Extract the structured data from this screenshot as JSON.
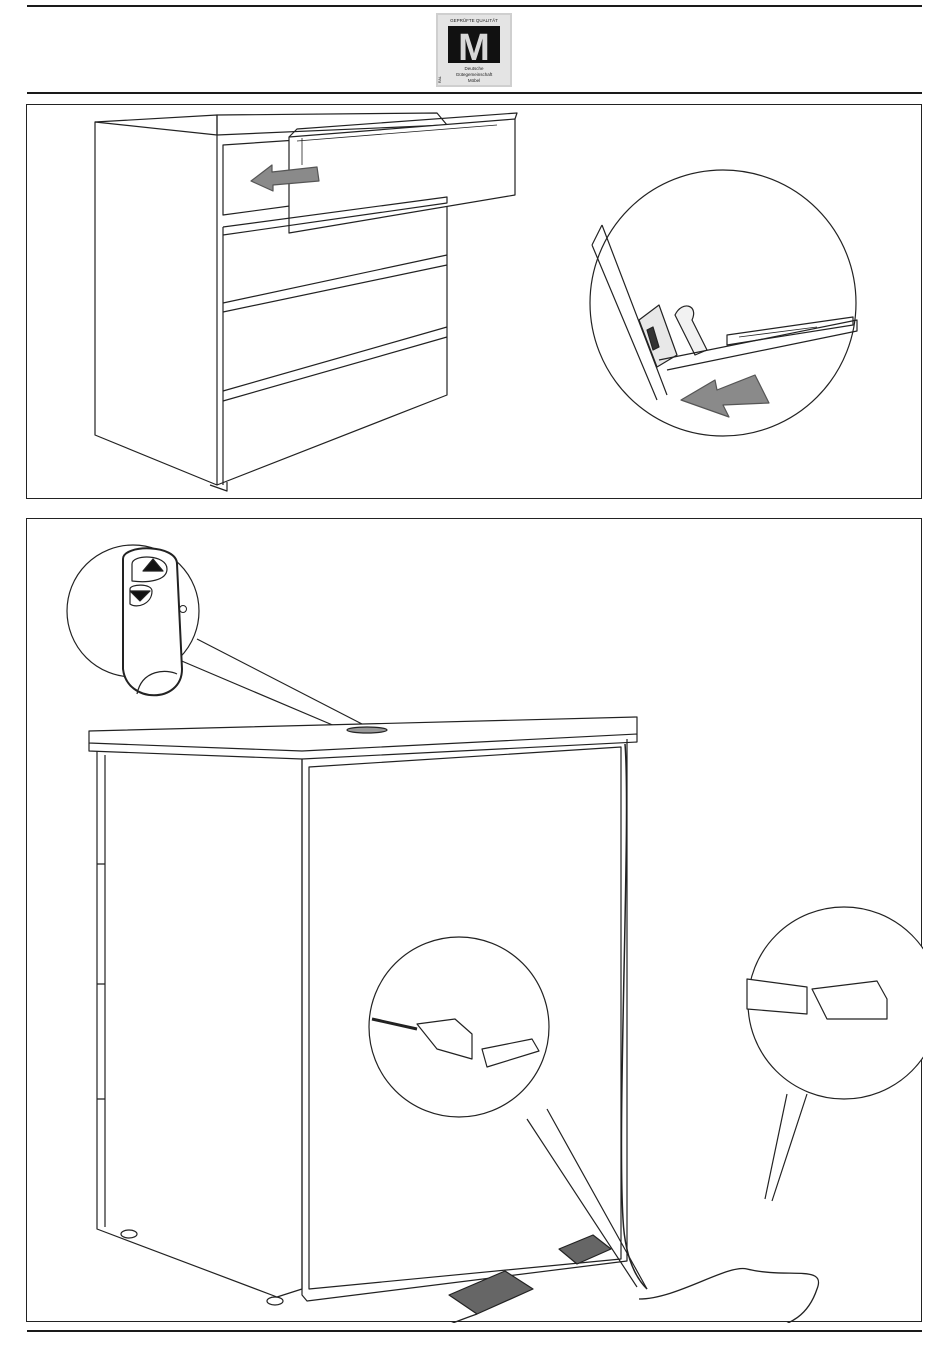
{
  "certification": {
    "top_text": "GEPRÜFTE QUALITÄT",
    "mark_letter": "M",
    "org_line1": "Deutsche",
    "org_line2": "Gütegemeinschaft",
    "org_line3": "Möbel",
    "side_text": "RAL"
  },
  "figures": [
    {
      "id": "drawer-removal",
      "description_icons": [
        "drawer-arrow-icon",
        "release-lever-arrow-icon"
      ]
    },
    {
      "id": "lift-wiring",
      "description_icons": [
        "up-arrow-icon",
        "down-arrow-icon",
        "power-icon"
      ]
    }
  ]
}
